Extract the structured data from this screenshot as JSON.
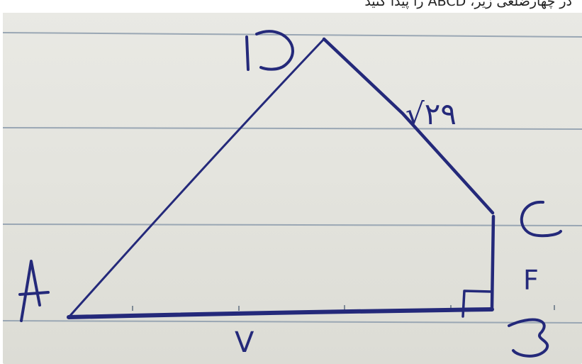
{
  "caption": "در چهارضلعی زیر، ABCD را پیدا کنید",
  "figure": {
    "vertices": {
      "A": "A",
      "B": "B",
      "C": "C",
      "D": "D"
    },
    "side_labels": {
      "AB": "V",
      "BC": "F",
      "CD": "√۲۹"
    },
    "right_angle_at": "B",
    "colors": {
      "ink": "#24297a",
      "paper": "#e6e6e0",
      "ruled_lines": "#9aa7b4"
    }
  }
}
